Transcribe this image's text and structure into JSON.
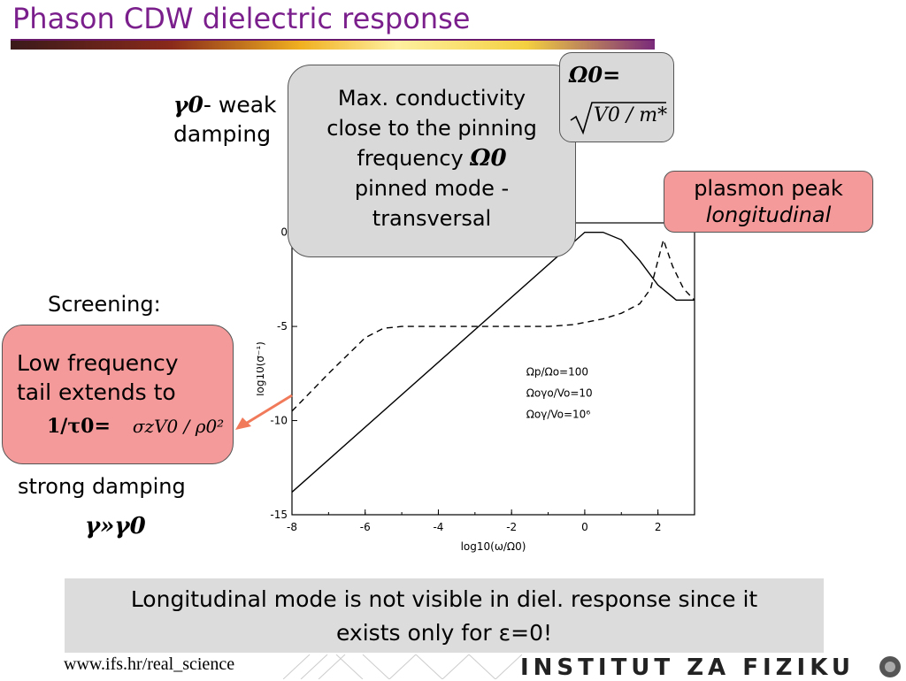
{
  "title": "Phason CDW dielectric response",
  "left": {
    "gamma0_symbol": "γ0",
    "weak_text": "- weak",
    "damping_text": "damping",
    "screening": "Screening:",
    "low_freq_line1": "Low frequency",
    "low_freq_line2": "tail extends to",
    "low_freq_formula_lhs": "1/τ0=",
    "low_freq_formula_rhs": "σzV0 / ρ0²",
    "strong_damping": "strong damping",
    "gamma_relation": "γ»γ0"
  },
  "max_box": {
    "line1": "Max. conductivity",
    "line2": "close to the pinning",
    "line3": "frequency",
    "omega": "Ω0",
    "line4": "pinned mode -",
    "line5": "transversal"
  },
  "omega_box": {
    "lhs": "Ω0=",
    "rhs": "V0 / m*"
  },
  "plasmon_box": {
    "line1": "plasmon peak",
    "line2": "longitudinal"
  },
  "bottom_note": {
    "line1": "Longitudinal mode is not visible in diel. response since it",
    "line2": "exists only for ε=0!"
  },
  "footer": {
    "url": "www.ifs.hr/real_science",
    "institute": "INSTITUT ZA FIZIKU"
  },
  "colors": {
    "title": "#7a1f8c",
    "pink_box": "#f49a9a",
    "gray_box": "#d9d9d9",
    "arrow": "#f07a5a"
  },
  "chart_data": {
    "type": "line",
    "xlabel": "log10(ω/Ω0)",
    "ylabel": "log10(σ⁻¹)",
    "xlim": [
      -8,
      3
    ],
    "ylim": [
      -15,
      0.5
    ],
    "xticks": [
      "-8",
      "-6",
      "-4",
      "-2",
      "0",
      "2"
    ],
    "yticks": [
      "0",
      "-5",
      "-10",
      "-15"
    ],
    "annotations": [
      "Ωp/Ωo=100",
      "Ωoγo/Vo=10",
      "Ωoγ/Vo=10⁶"
    ],
    "series": [
      {
        "style": "solid",
        "x": [
          -8,
          0,
          0.5,
          1.0,
          1.5,
          2.0,
          2.5,
          3.0
        ],
        "y": [
          -13.8,
          0,
          0,
          -0.4,
          -1.5,
          -2.8,
          -3.6,
          -3.6
        ]
      },
      {
        "style": "dashed",
        "x": [
          -8,
          -7.0,
          -6.0,
          -5.5,
          -5.0,
          -1.0,
          -0.3,
          0.5,
          1.0,
          1.5,
          1.8,
          2.0,
          2.15,
          2.4,
          2.7,
          3.0
        ],
        "y": [
          -9.5,
          -7.5,
          -5.6,
          -5.1,
          -5.0,
          -5.0,
          -4.9,
          -4.6,
          -4.3,
          -3.8,
          -3.0,
          -1.5,
          -0.4,
          -1.8,
          -3.0,
          -3.6
        ]
      }
    ]
  }
}
